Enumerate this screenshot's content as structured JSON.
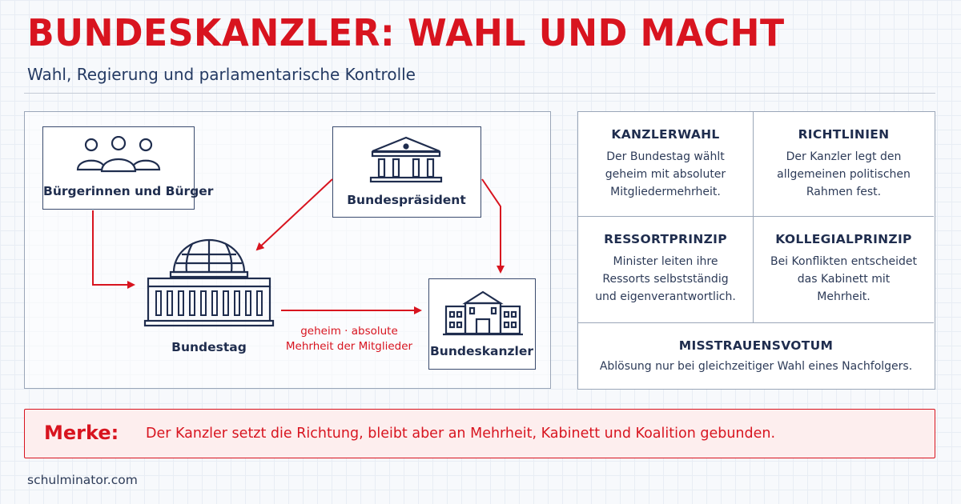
{
  "header": {
    "title": "BUNDESKANZLER: WAHL UND MACHT",
    "subtitle": "Wahl, Regierung und parlamentarische Kontrolle"
  },
  "diagram": {
    "nodes": {
      "buerger": {
        "label": "Bürgerinnen und Bürger",
        "icon": "people-icon"
      },
      "praesident": {
        "label": "Bundespräsident",
        "icon": "portico-icon"
      },
      "bundestag": {
        "label": "Bundestag",
        "icon": "reichstag-dome-icon"
      },
      "kanzler": {
        "label": "Bundeskanzler",
        "icon": "chancellery-building-icon"
      }
    },
    "edge_note_line1": "geheim · absolute",
    "edge_note_line2": "Mehrheit der Mitglieder"
  },
  "principles": {
    "kanzlerwahl": {
      "title": "KANZLERWAHL",
      "text": [
        "Der Bundestag wählt",
        "geheim mit absoluter",
        "Mitgliedermehrheit."
      ]
    },
    "richtlinien": {
      "title": "RICHTLINIEN",
      "text": [
        "Der Kanzler legt den",
        "allgemeinen politischen",
        "Rahmen fest."
      ]
    },
    "ressortprinzip": {
      "title": "RESSORTPRINZIP",
      "text": [
        "Minister leiten ihre",
        "Ressorts selbstständig",
        "und eigenverantwortlich."
      ]
    },
    "kollegialprinzip": {
      "title": "KOLLEGIALPRINZIP",
      "text": [
        "Bei Konflikten entscheidet",
        "das Kabinett mit",
        "Mehrheit."
      ]
    },
    "misstrauensvotum": {
      "title": "MISSTRAUENSVOTUM",
      "text": [
        "Ablösung nur bei gleichzeitiger Wahl eines Nachfolgers."
      ]
    }
  },
  "merke": {
    "label": "Merke:",
    "text": "Der Kanzler setzt die Richtung, bleibt aber an Mehrheit, Kabinett und Koalition gebunden."
  },
  "footer": {
    "source": "schulminator.com"
  },
  "colors": {
    "accent_red": "#d8141f",
    "navy": "#1f2d4e",
    "border": "#9aa6b8"
  }
}
